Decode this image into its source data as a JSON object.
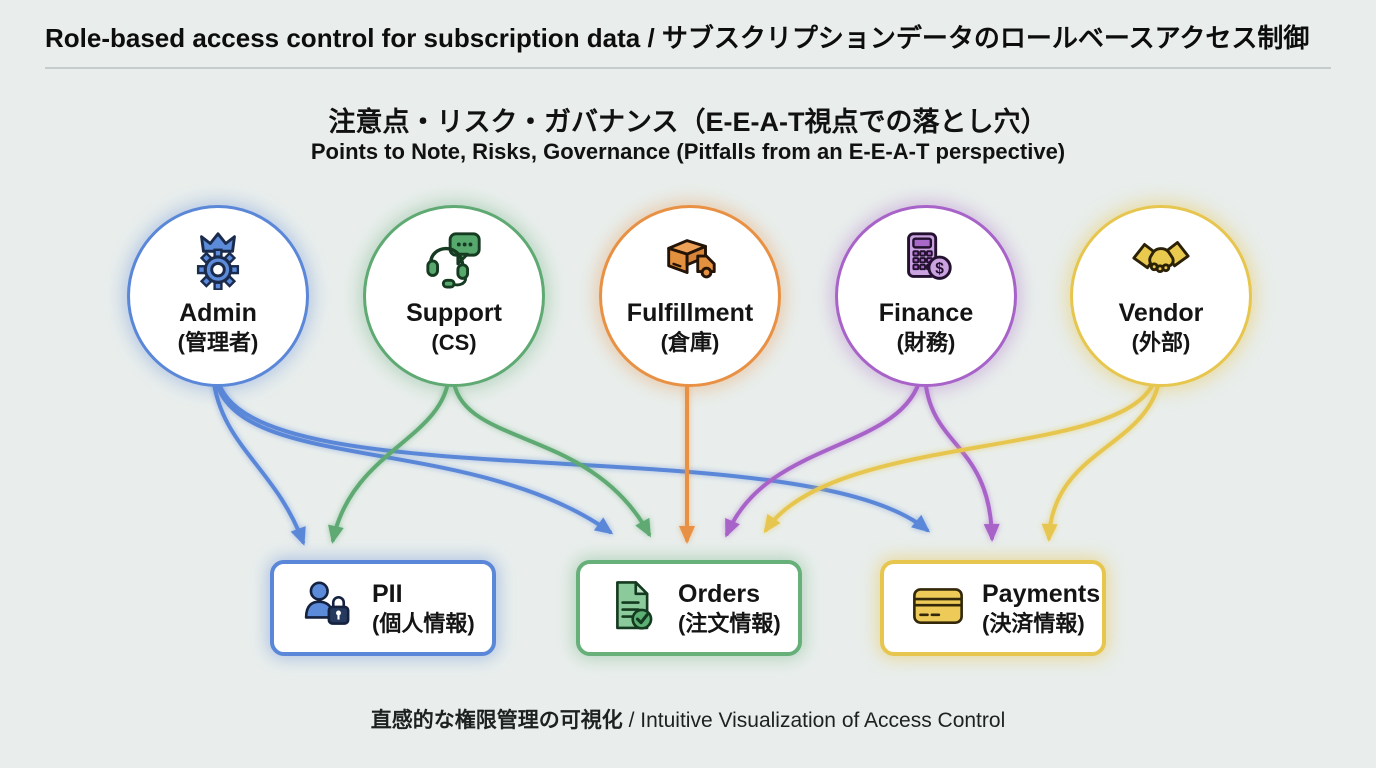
{
  "title": "Role-based access control for subscription data / サブスクリプションデータのロールベースアクセス制御",
  "subtitle": {
    "jp": "注意点・リスク・ガバナンス（E-E-A-T視点での落とし穴）",
    "en": "Points to Note, Risks, Governance (Pitfalls from an E-E-A-T perspective)"
  },
  "roles": [
    {
      "id": "admin",
      "label": "Admin",
      "label_jp": "(管理者)",
      "icon": "crown-gear-icon",
      "color": "#5b87d8"
    },
    {
      "id": "support",
      "label": "Support",
      "label_jp": "(CS)",
      "icon": "headset-chat-icon",
      "color": "#5fa973"
    },
    {
      "id": "fulfillment",
      "label": "Fulfillment",
      "label_jp": "(倉庫)",
      "icon": "box-truck-icon",
      "color": "#e89144"
    },
    {
      "id": "finance",
      "label": "Finance",
      "label_jp": "(財務)",
      "icon": "calculator-coin-icon",
      "color": "#a863c9"
    },
    {
      "id": "vendor",
      "label": "Vendor",
      "label_jp": "(外部)",
      "icon": "handshake-icon",
      "color": "#e7c64f"
    }
  ],
  "datasets": [
    {
      "id": "pii",
      "label": "PII",
      "label_jp": "(個人情報)",
      "icon": "person-lock-icon",
      "color": "#5b87d8"
    },
    {
      "id": "orders",
      "label": "Orders",
      "label_jp": "(注文情報)",
      "icon": "document-check-icon",
      "color": "#67b07a"
    },
    {
      "id": "payments",
      "label": "Payments",
      "label_jp": "(決済情報)",
      "icon": "credit-card-icon",
      "color": "#e7c64f"
    }
  ],
  "edges": [
    {
      "from": "admin",
      "to": "pii"
    },
    {
      "from": "admin",
      "to": "orders"
    },
    {
      "from": "admin",
      "to": "payments"
    },
    {
      "from": "support",
      "to": "pii"
    },
    {
      "from": "support",
      "to": "orders"
    },
    {
      "from": "fulfillment",
      "to": "orders"
    },
    {
      "from": "finance",
      "to": "orders"
    },
    {
      "from": "finance",
      "to": "payments"
    },
    {
      "from": "vendor",
      "to": "orders"
    },
    {
      "from": "vendor",
      "to": "payments"
    }
  ],
  "footer": {
    "jp": "直感的な権限管理の可視化",
    "en": "/ Intuitive Visualization of Access Control"
  },
  "colors": {
    "background": "#e9eeec",
    "admin_blue": "#5b87d8",
    "support_green": "#5fa973",
    "fulfillment_orange": "#e89144",
    "finance_purple": "#a863c9",
    "vendor_yellow": "#e7c64f"
  }
}
